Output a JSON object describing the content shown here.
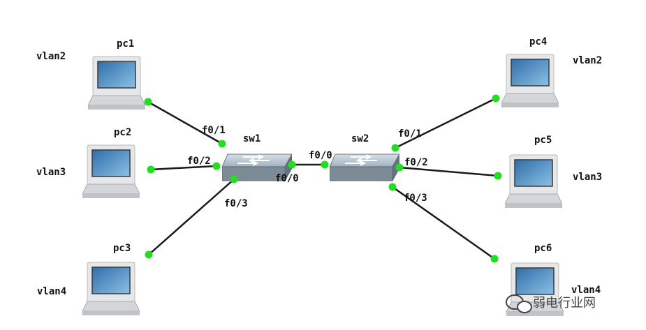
{
  "pcs": [
    {
      "id": "pc1",
      "name": "pc1",
      "vlan": "vlan2"
    },
    {
      "id": "pc2",
      "name": "pc2",
      "vlan": "vlan3"
    },
    {
      "id": "pc3",
      "name": "pc3",
      "vlan": "vlan4"
    },
    {
      "id": "pc4",
      "name": "pc4",
      "vlan": "vlan2"
    },
    {
      "id": "pc5",
      "name": "pc5",
      "vlan": "vlan3"
    },
    {
      "id": "pc6",
      "name": "pc6",
      "vlan": "vlan4"
    }
  ],
  "switches": [
    {
      "id": "sw1",
      "name": "sw1"
    },
    {
      "id": "sw2",
      "name": "sw2"
    }
  ],
  "links": [
    {
      "from": "pc1",
      "to": "sw1",
      "port": "f0/1"
    },
    {
      "from": "pc2",
      "to": "sw1",
      "port": "f0/2"
    },
    {
      "from": "pc3",
      "to": "sw1",
      "port": "f0/3"
    },
    {
      "from": "sw1",
      "to": "sw2",
      "port_a": "f0/0",
      "port_b": "f0/0"
    },
    {
      "from": "pc4",
      "to": "sw2",
      "port": "f0/1"
    },
    {
      "from": "pc5",
      "to": "sw2",
      "port": "f0/2"
    },
    {
      "from": "pc6",
      "to": "sw2",
      "port": "f0/3"
    }
  ],
  "watermark": "弱电行业网",
  "colors": {
    "link": "#1a1a1a",
    "endpoint": "#22dd22",
    "screen": "#3f88c5",
    "switch_top": "#b9c8d4",
    "switch_side": "#7d8b97"
  }
}
